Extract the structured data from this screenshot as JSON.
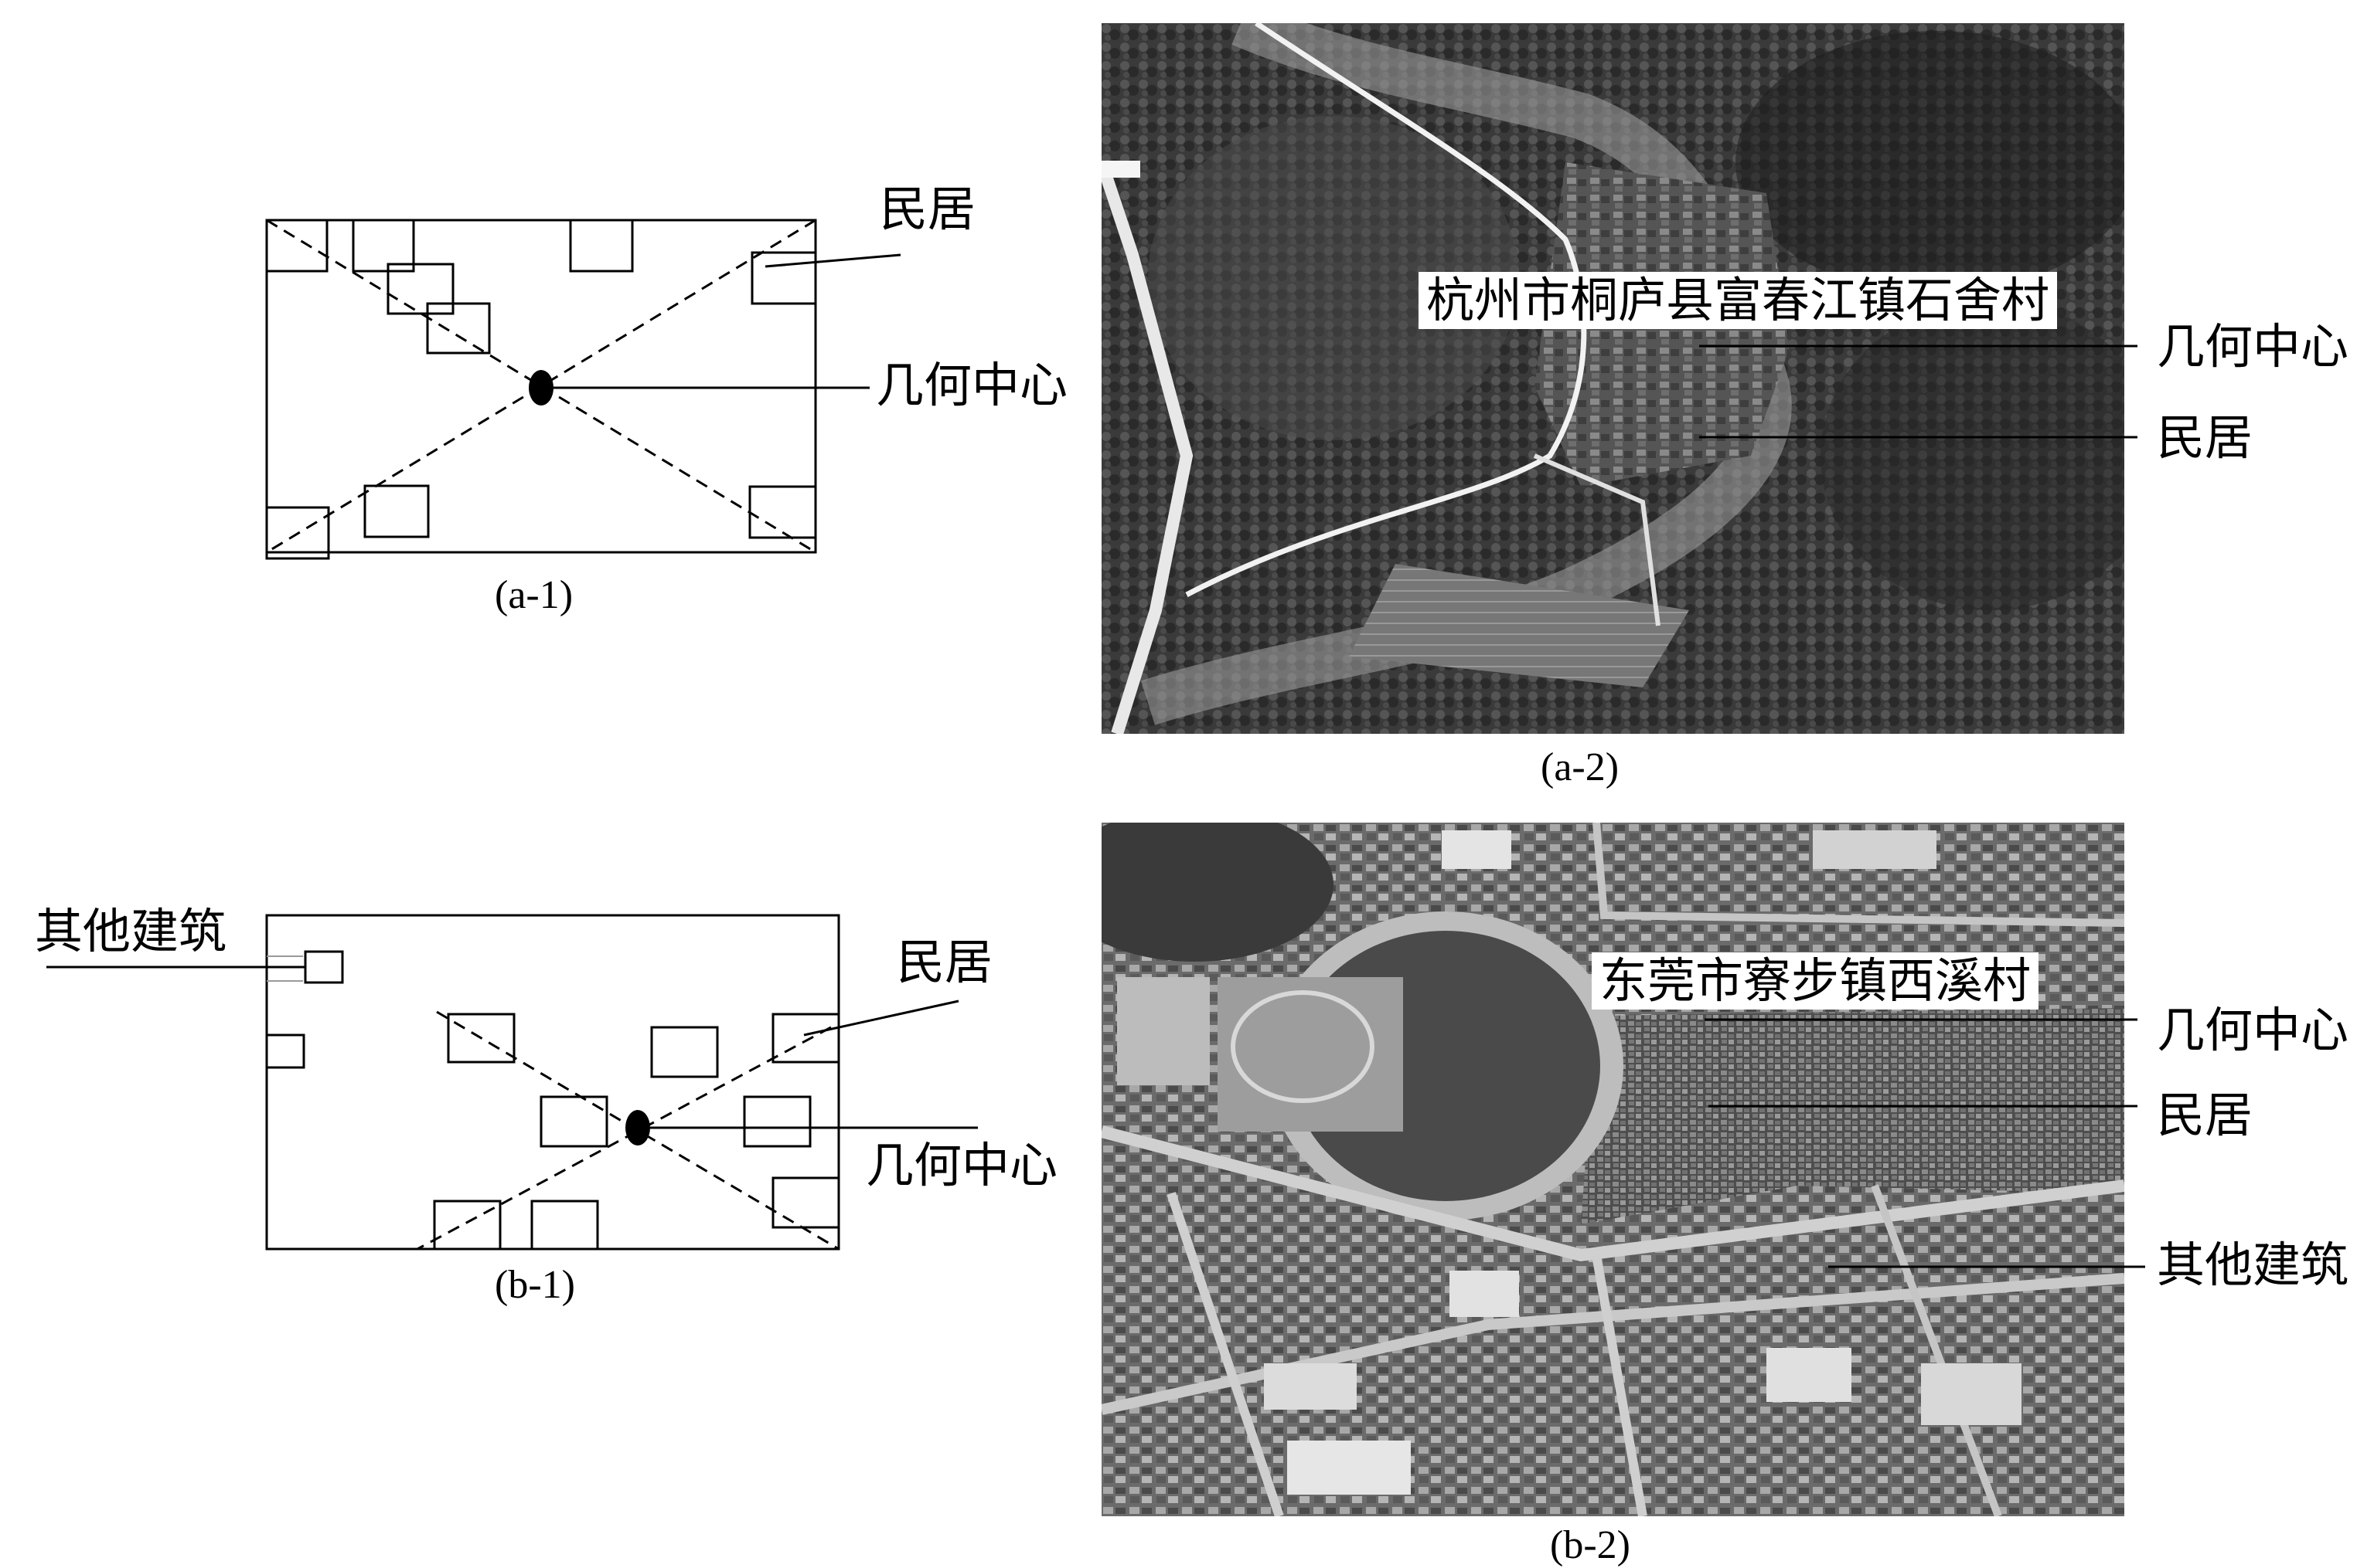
{
  "panels": {
    "a1": {
      "caption": "(a-1)",
      "label_residence": "民居",
      "label_center": "几何中心"
    },
    "a2": {
      "caption": "(a-2)",
      "village": "杭州市桐庐县富春江镇石舍村",
      "label_center": "几何中心",
      "label_residence": "民居"
    },
    "b1": {
      "caption": "(b-1)",
      "label_other": "其他建筑",
      "label_residence": "民居",
      "label_center": "几何中心"
    },
    "b2": {
      "caption": "(b-2)",
      "village": "东莞市寮步镇西溪村",
      "label_center": "几何中心",
      "label_residence": "民居",
      "label_other": "其他建筑"
    }
  },
  "colors": {
    "ink": "#000000",
    "photo_dark": "#2b2b2b",
    "photo_mid": "#6a6a6a",
    "photo_light": "#bdbdbd"
  }
}
